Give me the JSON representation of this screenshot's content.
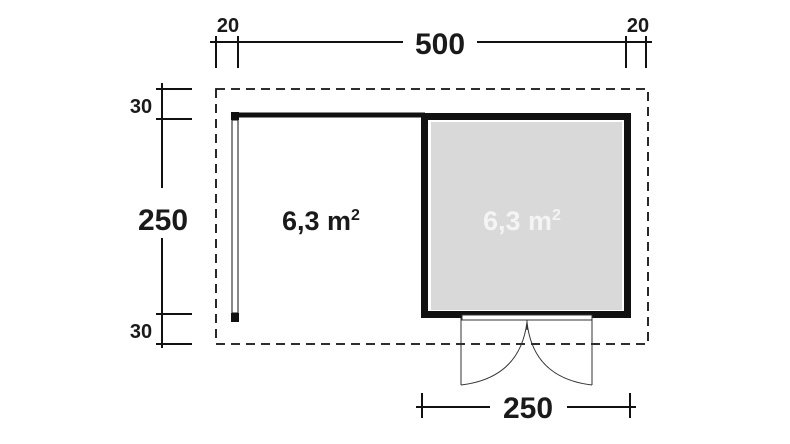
{
  "diagram": {
    "type": "floor-plan",
    "dimensions": {
      "top_left_overhang": "20",
      "top_total": "500",
      "top_right_overhang": "20",
      "left_top_overhang": "30",
      "left_total": "250",
      "left_bottom_overhang": "30",
      "bottom_cabin_width": "250"
    },
    "areas": {
      "open_area": {
        "value": "6,3 m",
        "sup": "2"
      },
      "cabin_area": {
        "value": "6,3 m",
        "sup": "2"
      }
    },
    "colors": {
      "line": "#111111",
      "cabin_fill": "#d9d9d9",
      "cabin_text": "#f4f4f4",
      "text": "#1a1a1a"
    }
  }
}
